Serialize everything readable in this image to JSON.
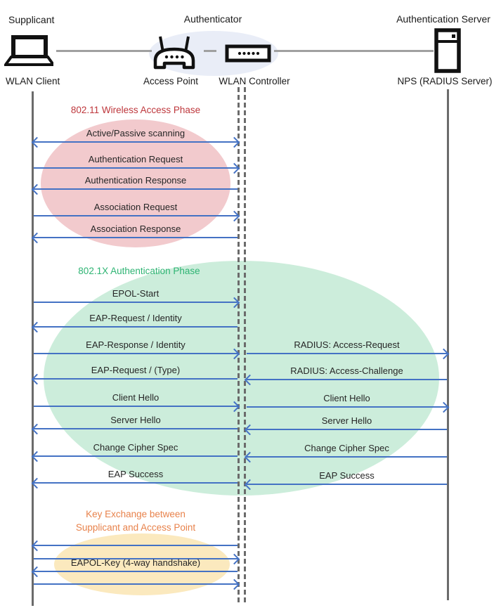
{
  "diagram": {
    "type": "sequence",
    "subject": "WLAN 802.1X authentication message flow"
  },
  "actors": {
    "supplicant": {
      "role": "Supplicant",
      "device": "WLAN Client"
    },
    "authenticator": {
      "role": "Authenticator",
      "device_ap": "Access Point",
      "device_wlc": "WLAN Controller"
    },
    "auth_server": {
      "role": "Authentication Server",
      "device": "NPS (RADIUS Server)"
    }
  },
  "phases": [
    {
      "title": "802.11 Wireless Access Phase",
      "color": "#BE373C",
      "ellipse_color": "#F2CACD"
    },
    {
      "title": "802.1X Authentication Phase",
      "color": "#2EB473",
      "ellipse_color": "#CCEDDB"
    },
    {
      "title_line1": "Key Exchange between",
      "title_line2": "Supplicant and Access Point",
      "color": "#E8824B",
      "ellipse_color": "#FBE9BE"
    }
  ],
  "messages": {
    "left": [
      {
        "label": "Active/Passive scanning",
        "direction": "both"
      },
      {
        "label": "Authentication Request",
        "direction": "right"
      },
      {
        "label": "Authentication Response",
        "direction": "left"
      },
      {
        "label": "Association Request",
        "direction": "right"
      },
      {
        "label": "Association Response",
        "direction": "left"
      },
      {
        "label": "EPOL-Start",
        "direction": "right"
      },
      {
        "label": "EAP-Request / Identity",
        "direction": "left"
      },
      {
        "label": "EAP-Response / Identity",
        "direction": "right"
      },
      {
        "label": "EAP-Request / (Type)",
        "direction": "left"
      },
      {
        "label": "Client Hello",
        "direction": "right"
      },
      {
        "label": "Server Hello",
        "direction": "left"
      },
      {
        "label": "Change Cipher Spec",
        "direction": "left"
      },
      {
        "label": "EAP Success",
        "direction": "left"
      },
      {
        "label": "",
        "direction": "left"
      },
      {
        "label": "",
        "direction": "right"
      },
      {
        "label": "EAPOL-Key (4-way handshake)",
        "direction": "left"
      },
      {
        "label": "",
        "direction": "right"
      }
    ],
    "right": [
      {
        "label": "RADIUS: Access-Request",
        "direction": "right"
      },
      {
        "label": "RADIUS: Access-Challenge",
        "direction": "left"
      },
      {
        "label": "Client Hello",
        "direction": "right"
      },
      {
        "label": "Server Hello",
        "direction": "left"
      },
      {
        "label": "Change Cipher Spec",
        "direction": "left"
      },
      {
        "label": "EAP Success",
        "direction": "left"
      }
    ]
  },
  "colors": {
    "arrow": "#4472C4",
    "lifeline": "#6b6b6b",
    "connector": "#a0a0a0",
    "authenticator_halo": "#E9EDF7",
    "icon": "#111111"
  }
}
